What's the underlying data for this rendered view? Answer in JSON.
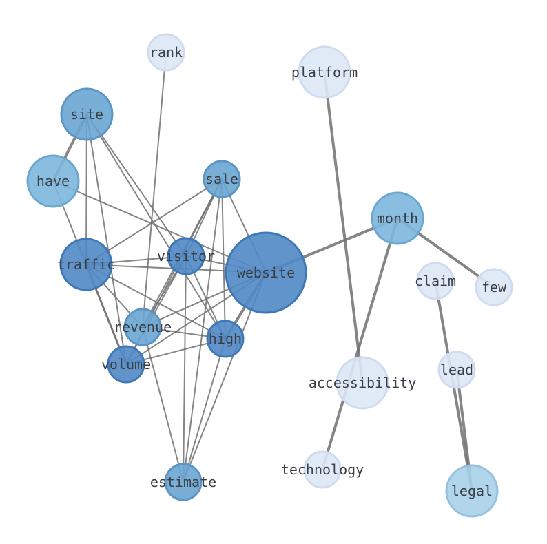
{
  "colors": {
    "edge": "#707070",
    "label": "#3a3f47",
    "background": "#ffffff",
    "tiers": {
      "dark": {
        "fill": "#4f88c4",
        "stroke": "#3f78b6"
      },
      "medium": {
        "fill": "#6aa5d3",
        "stroke": "#5a95c6"
      },
      "sky": {
        "fill": "#7db7de",
        "stroke": "#6ca7d0"
      },
      "lightsky": {
        "fill": "#a9d0e8",
        "stroke": "#95c1dd"
      },
      "pale": {
        "fill": "#dde8f6",
        "stroke": "#cfdcef"
      }
    }
  },
  "nodes": [
    {
      "id": "rank",
      "label": "rank",
      "tier": "pale"
    },
    {
      "id": "platform",
      "label": "platform",
      "tier": "pale"
    },
    {
      "id": "site",
      "label": "site",
      "tier": "medium"
    },
    {
      "id": "have",
      "label": "have",
      "tier": "sky"
    },
    {
      "id": "sale",
      "label": "sale",
      "tier": "medium"
    },
    {
      "id": "month",
      "label": "month",
      "tier": "sky"
    },
    {
      "id": "traffic",
      "label": "traffic",
      "tier": "dark"
    },
    {
      "id": "visitor",
      "label": "visitor",
      "tier": "dark"
    },
    {
      "id": "website",
      "label": "website",
      "tier": "dark"
    },
    {
      "id": "claim",
      "label": "claim",
      "tier": "pale"
    },
    {
      "id": "few",
      "label": "few",
      "tier": "pale"
    },
    {
      "id": "revenue",
      "label": "revenue",
      "tier": "medium"
    },
    {
      "id": "high",
      "label": "high",
      "tier": "dark"
    },
    {
      "id": "volume",
      "label": "volume",
      "tier": "dark"
    },
    {
      "id": "lead",
      "label": "lead",
      "tier": "pale"
    },
    {
      "id": "accessibility",
      "label": "accessibility",
      "tier": "pale"
    },
    {
      "id": "technology",
      "label": "technology",
      "tier": "pale"
    },
    {
      "id": "estimate",
      "label": "estimate",
      "tier": "medium"
    },
    {
      "id": "legal",
      "label": "legal",
      "tier": "lightsky"
    }
  ],
  "edges": [
    {
      "source": "rank",
      "target": "revenue",
      "weight": 1
    },
    {
      "source": "platform",
      "target": "accessibility",
      "weight": 2
    },
    {
      "source": "site",
      "target": "have",
      "weight": 2
    },
    {
      "source": "site",
      "target": "traffic",
      "weight": 1
    },
    {
      "source": "site",
      "target": "visitor",
      "weight": 1
    },
    {
      "source": "site",
      "target": "volume",
      "weight": 1
    },
    {
      "source": "site",
      "target": "high",
      "weight": 1
    },
    {
      "source": "have",
      "target": "volume",
      "weight": 1
    },
    {
      "source": "have",
      "target": "website",
      "weight": 1
    },
    {
      "source": "sale",
      "target": "traffic",
      "weight": 1
    },
    {
      "source": "sale",
      "target": "visitor",
      "weight": 1
    },
    {
      "source": "sale",
      "target": "website",
      "weight": 1
    },
    {
      "source": "sale",
      "target": "revenue",
      "weight": 1
    },
    {
      "source": "sale",
      "target": "volume",
      "weight": 1
    },
    {
      "source": "sale",
      "target": "high",
      "weight": 1
    },
    {
      "source": "sale",
      "target": "estimate",
      "weight": 1
    },
    {
      "source": "month",
      "target": "website",
      "weight": 2
    },
    {
      "source": "month",
      "target": "few",
      "weight": 2
    },
    {
      "source": "month",
      "target": "technology",
      "weight": 2
    },
    {
      "source": "traffic",
      "target": "visitor",
      "weight": 1
    },
    {
      "source": "traffic",
      "target": "website",
      "weight": 1
    },
    {
      "source": "traffic",
      "target": "revenue",
      "weight": 1
    },
    {
      "source": "traffic",
      "target": "high",
      "weight": 1
    },
    {
      "source": "traffic",
      "target": "volume",
      "weight": 1.5
    },
    {
      "source": "visitor",
      "target": "website",
      "weight": 1
    },
    {
      "source": "visitor",
      "target": "revenue",
      "weight": 1
    },
    {
      "source": "visitor",
      "target": "high",
      "weight": 1
    },
    {
      "source": "visitor",
      "target": "volume",
      "weight": 1
    },
    {
      "source": "visitor",
      "target": "estimate",
      "weight": 1
    },
    {
      "source": "website",
      "target": "revenue",
      "weight": 1
    },
    {
      "source": "website",
      "target": "high",
      "weight": 2
    },
    {
      "source": "website",
      "target": "volume",
      "weight": 1
    },
    {
      "source": "website",
      "target": "estimate",
      "weight": 1
    },
    {
      "source": "revenue",
      "target": "high",
      "weight": 1
    },
    {
      "source": "revenue",
      "target": "estimate",
      "weight": 1
    },
    {
      "source": "high",
      "target": "volume",
      "weight": 1
    },
    {
      "source": "high",
      "target": "estimate",
      "weight": 1
    },
    {
      "source": "claim",
      "target": "legal",
      "weight": 2
    },
    {
      "source": "lead",
      "target": "legal",
      "weight": 2
    }
  ]
}
